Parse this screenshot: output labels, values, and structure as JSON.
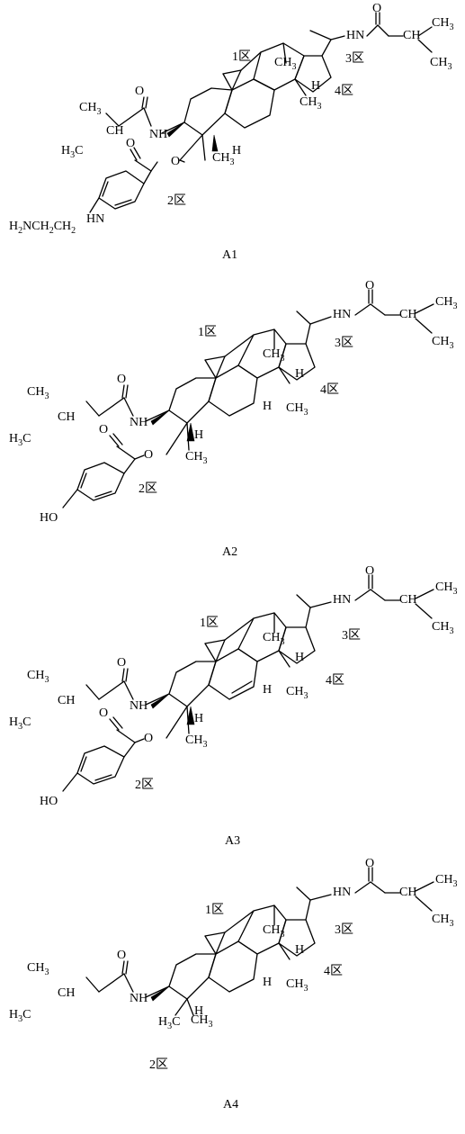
{
  "compounds": [
    {
      "caption": "A1",
      "regions": [
        "1区",
        "2区",
        "3区",
        "4区"
      ],
      "atom_labels": [
        "O",
        "HN",
        "CH",
        "CH3",
        "CH3",
        "CH3",
        "H",
        "CH3",
        "NH",
        "O",
        "CH3",
        "CH",
        "H3C",
        "O",
        "O",
        "CH3",
        "H",
        "HN",
        "H2NCH2CH2"
      ]
    },
    {
      "caption": "A2",
      "regions": [
        "1区",
        "2区",
        "3区",
        "4区"
      ],
      "atom_labels": [
        "O",
        "HN",
        "CH",
        "CH3",
        "CH3",
        "CH3",
        "H",
        "H",
        "CH3",
        "NH",
        "O",
        "CH3",
        "CH",
        "H3C",
        "O",
        "O",
        "CH3",
        "H",
        "HO"
      ]
    },
    {
      "caption": "A3",
      "regions": [
        "1区",
        "2区",
        "3区",
        "4区"
      ],
      "atom_labels": [
        "O",
        "HN",
        "CH",
        "CH3",
        "CH3",
        "CH3",
        "H",
        "H",
        "CH3",
        "NH",
        "O",
        "CH3",
        "CH",
        "H3C",
        "O",
        "O",
        "CH3",
        "H",
        "HO"
      ]
    },
    {
      "caption": "A4",
      "regions": [
        "1区",
        "2区",
        "3区",
        "4区"
      ],
      "atom_labels": [
        "O",
        "HN",
        "CH",
        "CH3",
        "CH3",
        "CH3",
        "H",
        "H",
        "CH3",
        "NH",
        "O",
        "CH3",
        "CH",
        "H3C",
        "H3C",
        "CH3",
        "H"
      ]
    }
  ]
}
